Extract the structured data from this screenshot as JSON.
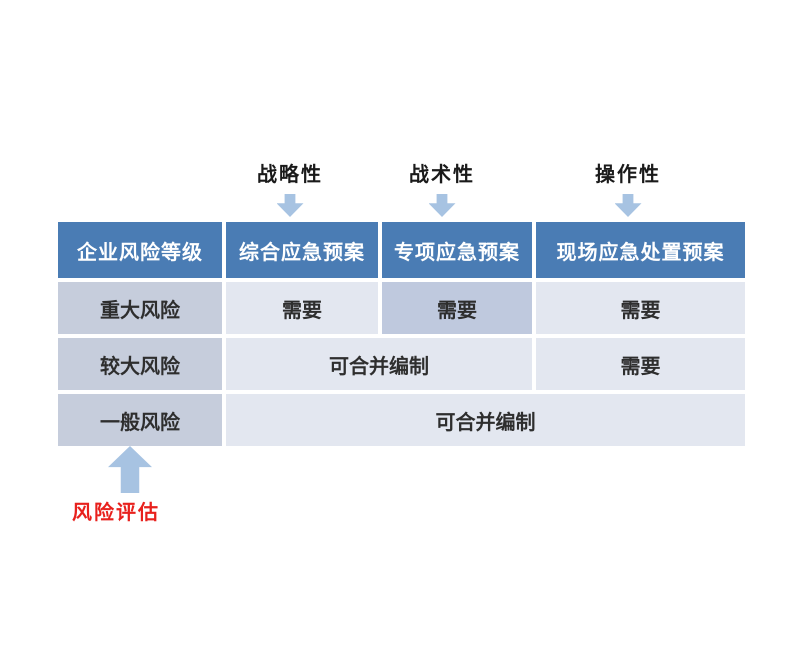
{
  "top_annotations": [
    "战略性",
    "战术性",
    "操作性"
  ],
  "table": {
    "headers": [
      "企业风险等级",
      "综合应急预案",
      "专项应急预案",
      "现场应急处置预案"
    ],
    "rows": [
      {
        "level": "重大风险",
        "cells": [
          "需要",
          "需要",
          "需要"
        ]
      },
      {
        "level": "较大风险",
        "merged_cell": "可合并编制",
        "last_cell": "需要"
      },
      {
        "level": "一般风险",
        "merged_cell": "可合并编制"
      }
    ]
  },
  "bottom_annotation": "风险评估",
  "colors": {
    "header_bg": "#4a7cb4",
    "header_text": "#ffffff",
    "level_col_bg": "#c6cddc",
    "highlight_cell_bg": "#bfc9de",
    "cell_bg": "#e3e7f0",
    "body_text": "#2e2e2e",
    "arrow": "#a7c3e2",
    "annotation_red": "#e8211d"
  }
}
